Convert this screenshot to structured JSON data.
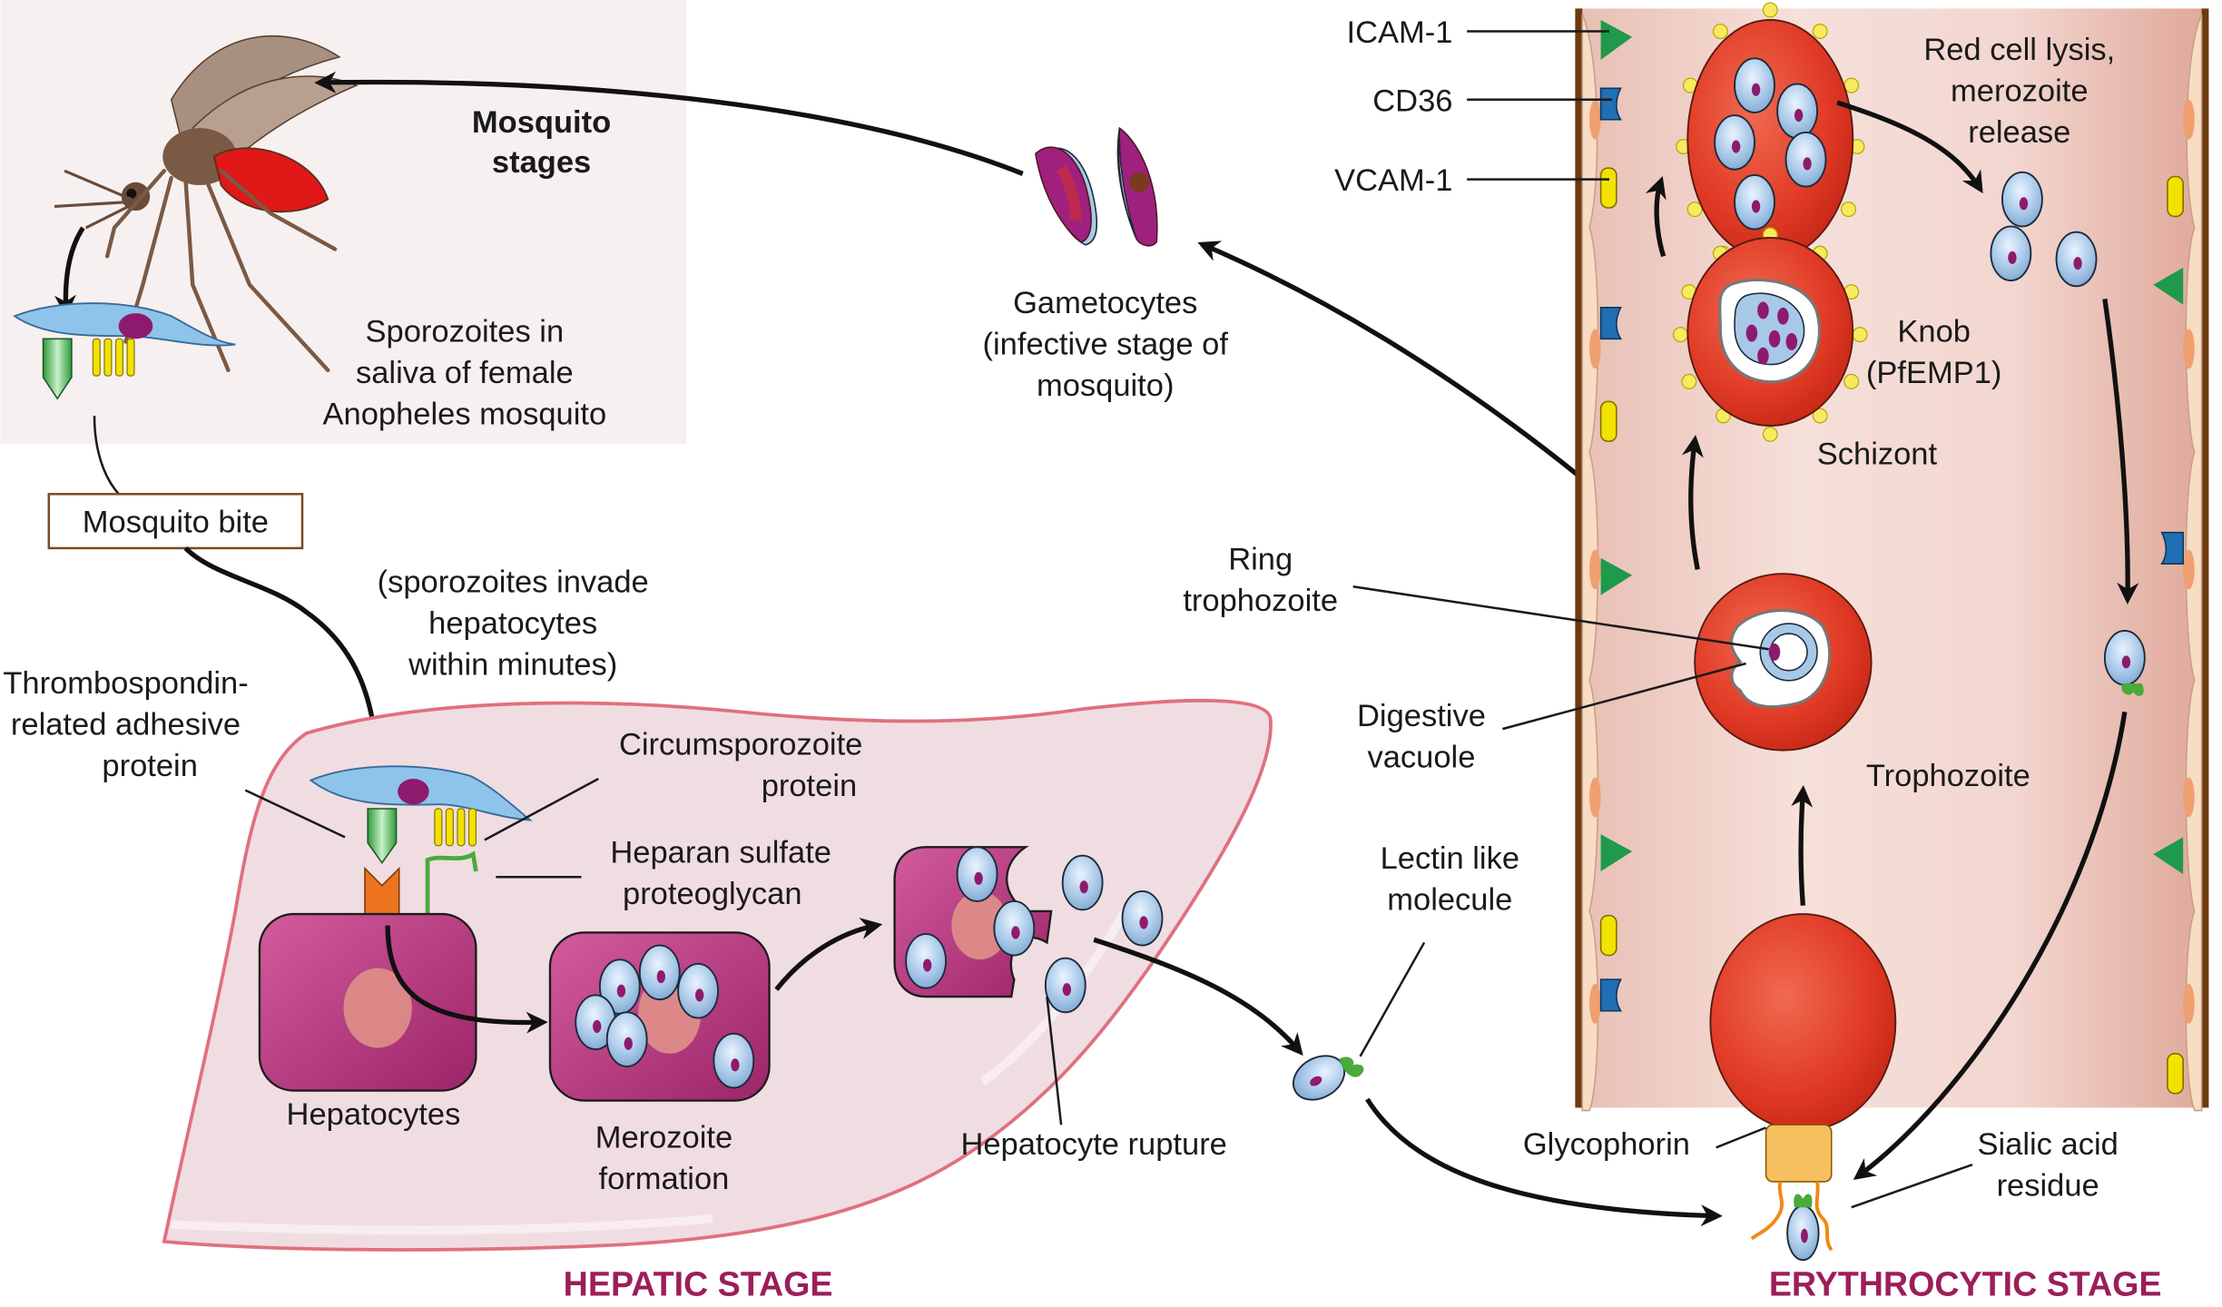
{
  "title": "Plasmodium falciparum life cycle",
  "colors": {
    "stage_title": "#9b1e5a",
    "mosquito_panel": "#f7f0f0",
    "liver_fill": "#f0dde2",
    "liver_border": "#e0707e",
    "vessel_fill": "#f2d8d0",
    "vessel_wall": "#6b3a10",
    "red_cell": "#e03a25",
    "merozoite": "#a8c8e8",
    "hepatocyte": "#b8307a",
    "icam1": "#1f9a4a",
    "cd36": "#1f6fb5",
    "vcam1": "#f3e200"
  },
  "mosquito_section": {
    "title_line1": "Mosquito",
    "title_line2": "stages",
    "sporozoites_line1": "Sporozoites in",
    "sporozoites_line2": "saliva of female",
    "sporozoites_line3": "Anopheles mosquito",
    "bite_box": "Mosquito bite",
    "invade_line1": "(sporozoites invade",
    "invade_line2": "hepatocytes",
    "invade_line3": "within minutes)"
  },
  "gametocytes": {
    "line1": "Gametocytes",
    "line2": "(infective stage of",
    "line3": "mosquito)"
  },
  "hepatic_section": {
    "stage_title": "HEPATIC STAGE",
    "trap_line1": "Thrombospondin-",
    "trap_line2": "related adhesive",
    "trap_line3": "protein",
    "csp_line1": "Circumsporozoite",
    "csp_line2": "protein",
    "hspg_line1": "Heparan sulfate",
    "hspg_line2": "proteoglycan",
    "hepatocytes": "Hepatocytes",
    "merozoite_line1": "Merozoite",
    "merozoite_line2": "formation",
    "rupture": "Hepatocyte rupture",
    "lectin_line1": "Lectin like",
    "lectin_line2": "molecule"
  },
  "erythrocytic_section": {
    "stage_title": "ERYTHROCYTIC STAGE",
    "icam1": "ICAM-1",
    "cd36": "CD36",
    "vcam1": "VCAM-1",
    "lysis_line1": "Red cell lysis,",
    "lysis_line2": "merozoite",
    "lysis_line3": "release",
    "knob_line1": "Knob",
    "knob_line2": "(PfEMP1)",
    "schizont": "Schizont",
    "ring_line1": "Ring",
    "ring_line2": "trophozoite",
    "vacuole_line1": "Digestive",
    "vacuole_line2": "vacuole",
    "trophozoite": "Trophozoite",
    "glycophorin": "Glycophorin",
    "sialic_line1": "Sialic acid",
    "sialic_line2": "residue"
  }
}
